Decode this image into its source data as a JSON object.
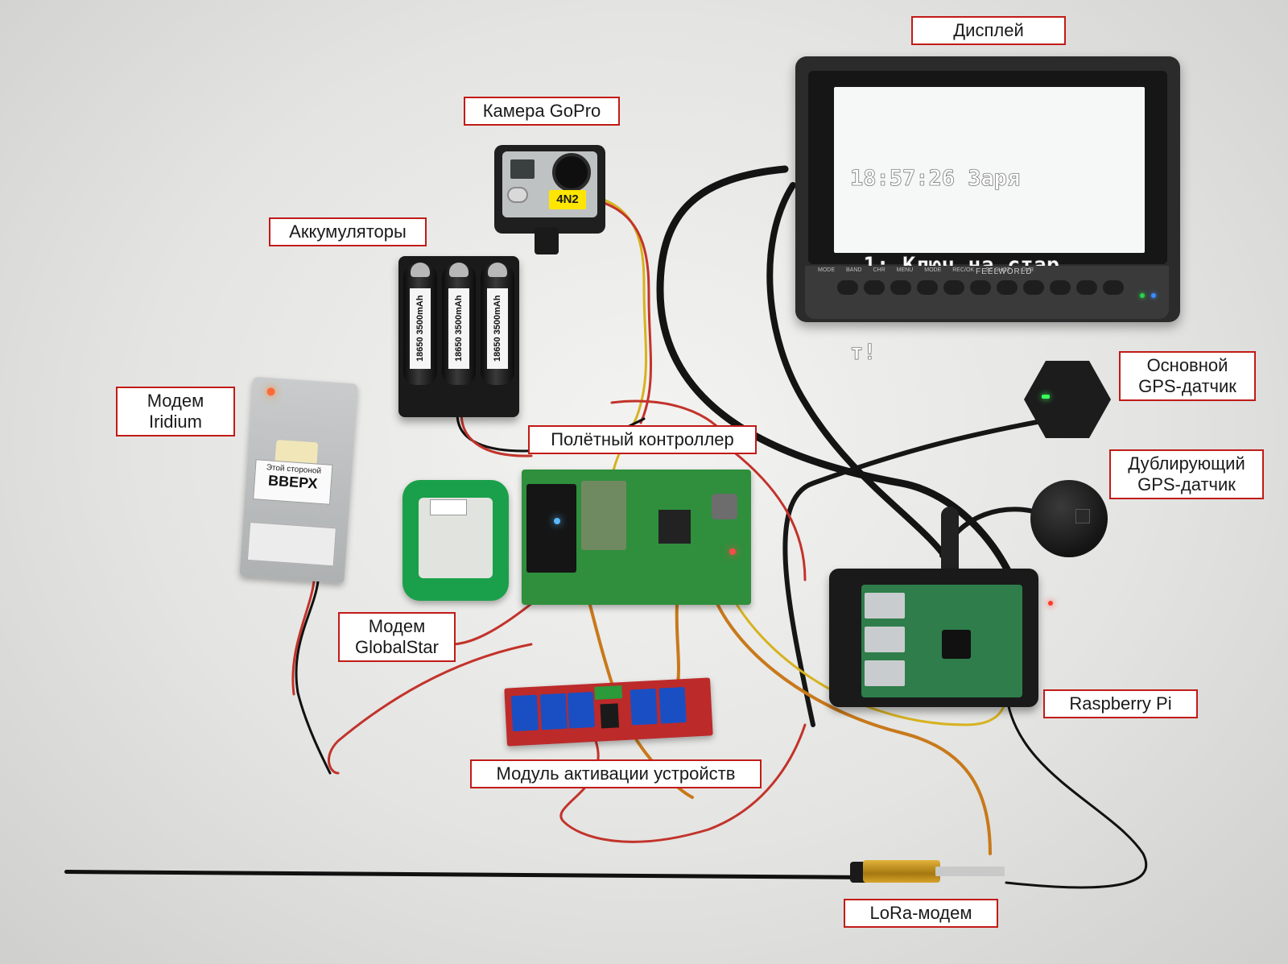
{
  "labels": {
    "display": "Дисплей",
    "gopro": "Камера GoPro",
    "batteries": "Аккумуляторы",
    "iridium_line1": "Модем",
    "iridium_line2": "Iridium",
    "flight_controller": "Полётный контроллер",
    "main_gps_line1": "Основной",
    "main_gps_line2": "GPS-датчик",
    "dup_gps_line1": "Дублирующий",
    "dup_gps_line2": "GPS-датчик",
    "globalstar_line1": "Модем",
    "globalstar_line2": "GlobalStar",
    "raspberry_pi": "Raspberry Pi",
    "activation_module": "Модуль активации устройств",
    "lora": "LoRa-модем"
  },
  "screen": {
    "line1": "18:57:26 Заря",
    "line2": " 1: Ключ на стар",
    "line3": "т!"
  },
  "display_bezel": {
    "brand": "FEELWORLD",
    "buttons": [
      "MODE",
      "BAND",
      "CHR",
      "MENU",
      "MODE",
      "REC/OK",
      "SC SHOT",
      "DVR"
    ]
  },
  "gopro_sticker": "4N2",
  "battery_cells": [
    "18650 3500mAh",
    "18650 3500mAh",
    "18650 3500mAh"
  ],
  "iridium_sticker": {
    "small": "Этой стороной",
    "big": "ВВЕРХ"
  },
  "colors": {
    "label_border": "#c11b17",
    "label_bg": "#ffffff",
    "pcb_green": "#2f8f3c",
    "relay_red": "#bd2a2a"
  }
}
